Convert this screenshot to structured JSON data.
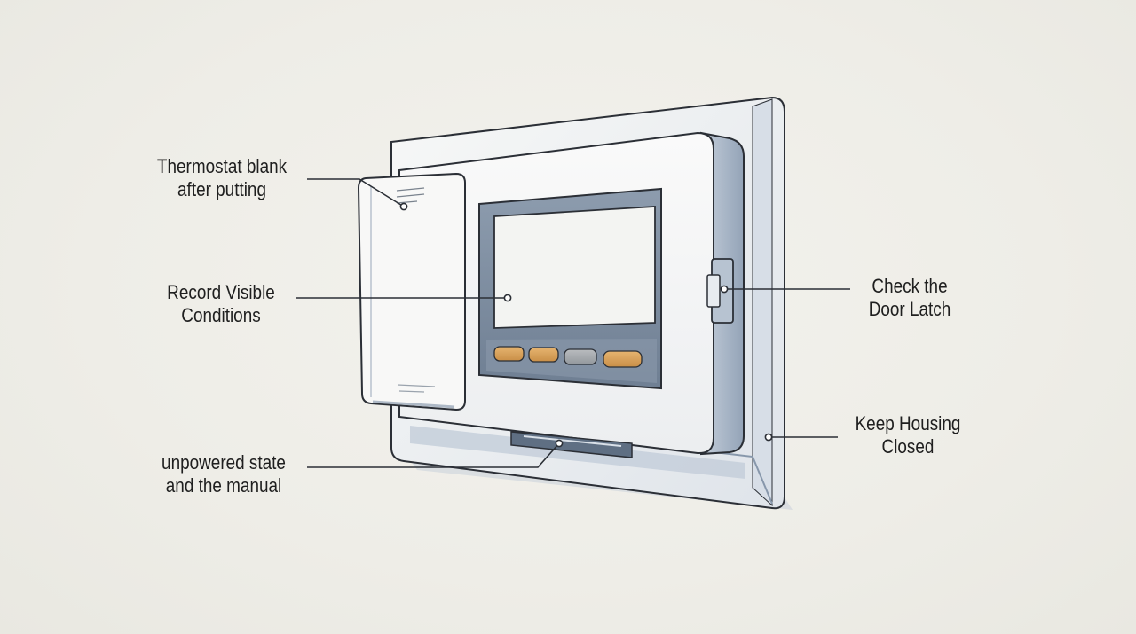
{
  "callouts": {
    "thermostat_blank": {
      "line1": "Thermostat blank",
      "line2": "after putting"
    },
    "record_conditions": {
      "line1": "Record Visible",
      "line2": "Conditions"
    },
    "unpowered_state": {
      "line1": "unpowered state",
      "line2": "and the manual"
    },
    "door_latch": {
      "line1": "Check the",
      "line2": "Door Latch"
    },
    "housing_closed": {
      "line1": "Keep Housing",
      "line2": "Closed"
    }
  },
  "colors": {
    "background": "#efeee8",
    "outline": "#2b2f36",
    "housing_fill": "#f4f5f4",
    "shadow_blue": "#a9b6c6",
    "screen_frame": "#7f8fa2",
    "screen": "#f3f4f2",
    "button_orange": "#d9a25a",
    "button_gray": "#a7abae"
  },
  "buttons": [
    {
      "name": "button-1",
      "color": "orange"
    },
    {
      "name": "button-2",
      "color": "orange"
    },
    {
      "name": "button-3",
      "color": "gray"
    },
    {
      "name": "button-4",
      "color": "orange"
    }
  ]
}
